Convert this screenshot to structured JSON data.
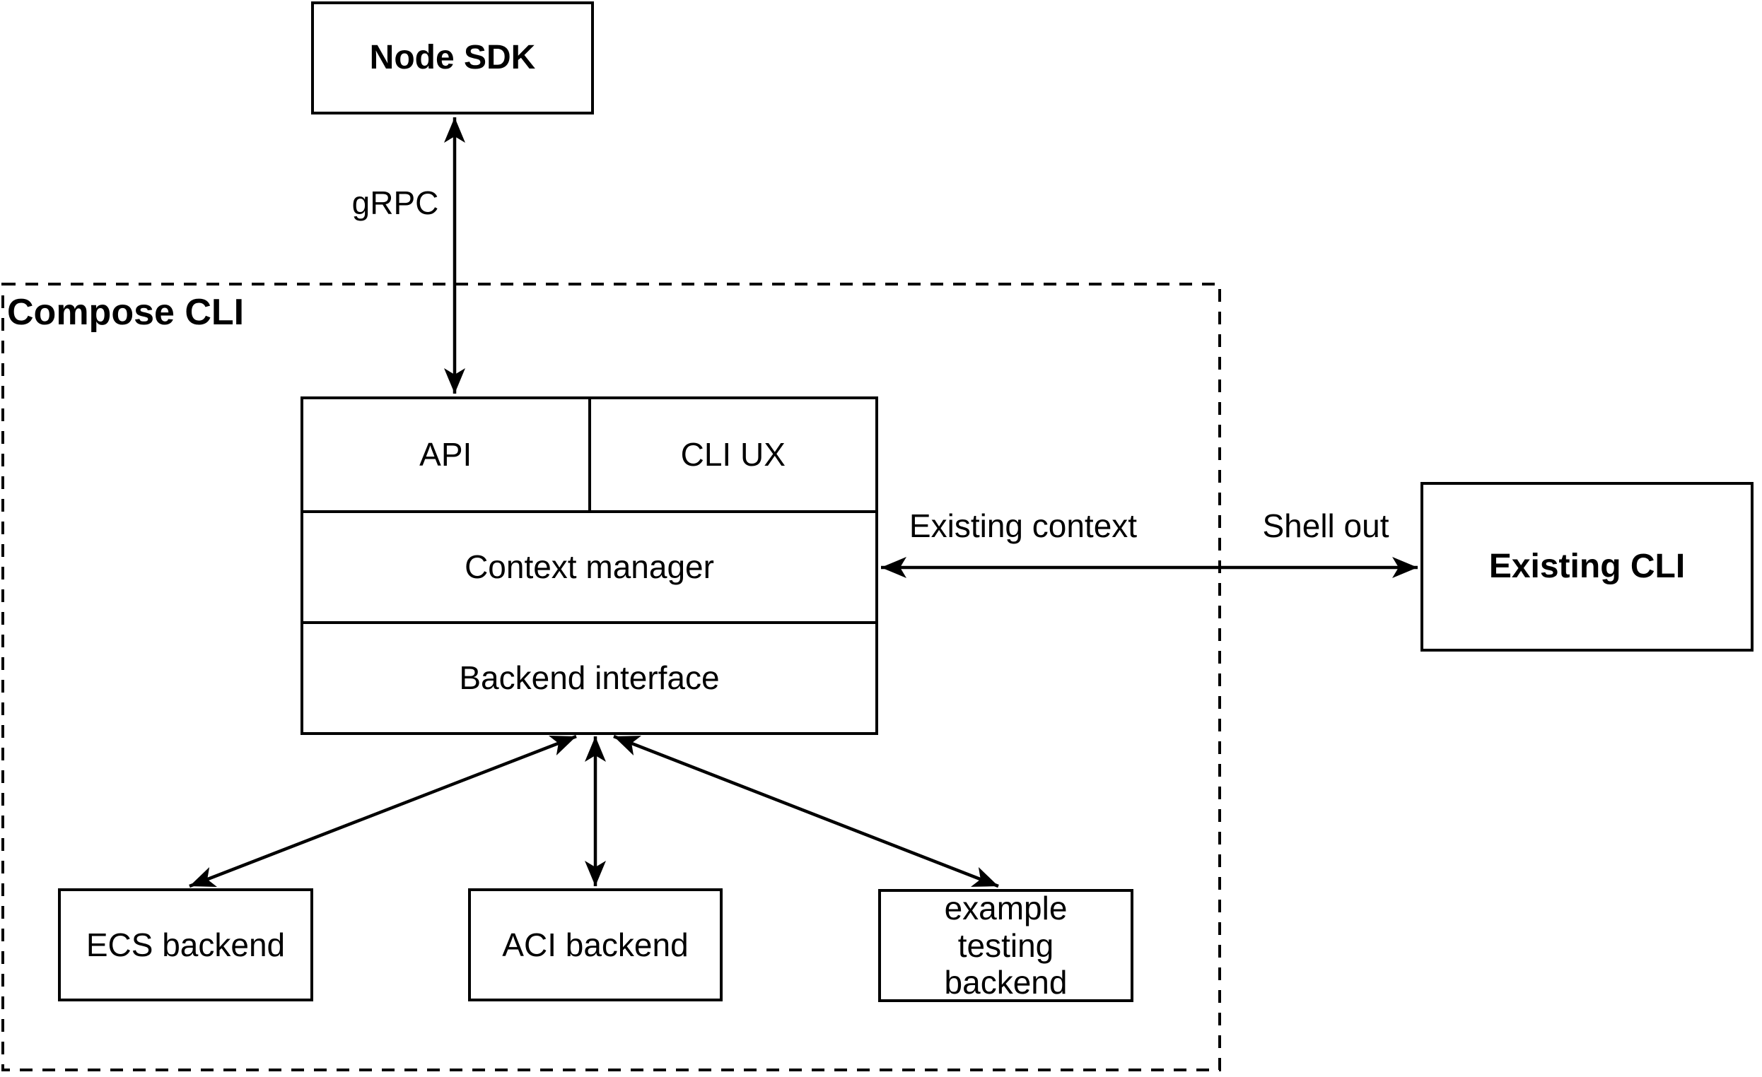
{
  "diagram": {
    "background_color": "#ffffff",
    "stroke_color": "#000000",
    "container": {
      "label": "Compose CLI",
      "border_style": "dashed"
    },
    "nodes": {
      "node_sdk": {
        "label": "Node SDK",
        "style": "bold"
      },
      "api": {
        "label": "API"
      },
      "cli_ux": {
        "label": "CLI UX"
      },
      "context_manager": {
        "label": "Context manager"
      },
      "backend_interface": {
        "label": "Backend interface"
      },
      "existing_cli": {
        "label": "Existing CLI",
        "style": "bold"
      },
      "ecs_backend": {
        "label": "ECS backend"
      },
      "aci_backend": {
        "label": "ACI backend"
      },
      "example_testing_backend": {
        "label": "example testing backend"
      }
    },
    "edges": {
      "grpc": {
        "label": "gRPC",
        "from": "Node SDK",
        "to": "API / CLI UX",
        "direction": "both"
      },
      "existing_context": {
        "label": "Existing context",
        "from": "Context manager",
        "to": "Existing CLI",
        "direction": "both"
      },
      "shell_out": {
        "label": "Shell out",
        "from": "Context manager",
        "to": "Existing CLI",
        "direction": "both"
      },
      "to_ecs": {
        "label": "",
        "from": "Backend interface",
        "to": "ECS backend",
        "direction": "both"
      },
      "to_aci": {
        "label": "",
        "from": "Backend interface",
        "to": "ACI backend",
        "direction": "both"
      },
      "to_example_testing": {
        "label": "",
        "from": "Backend interface",
        "to": "example testing backend",
        "direction": "both"
      }
    }
  }
}
